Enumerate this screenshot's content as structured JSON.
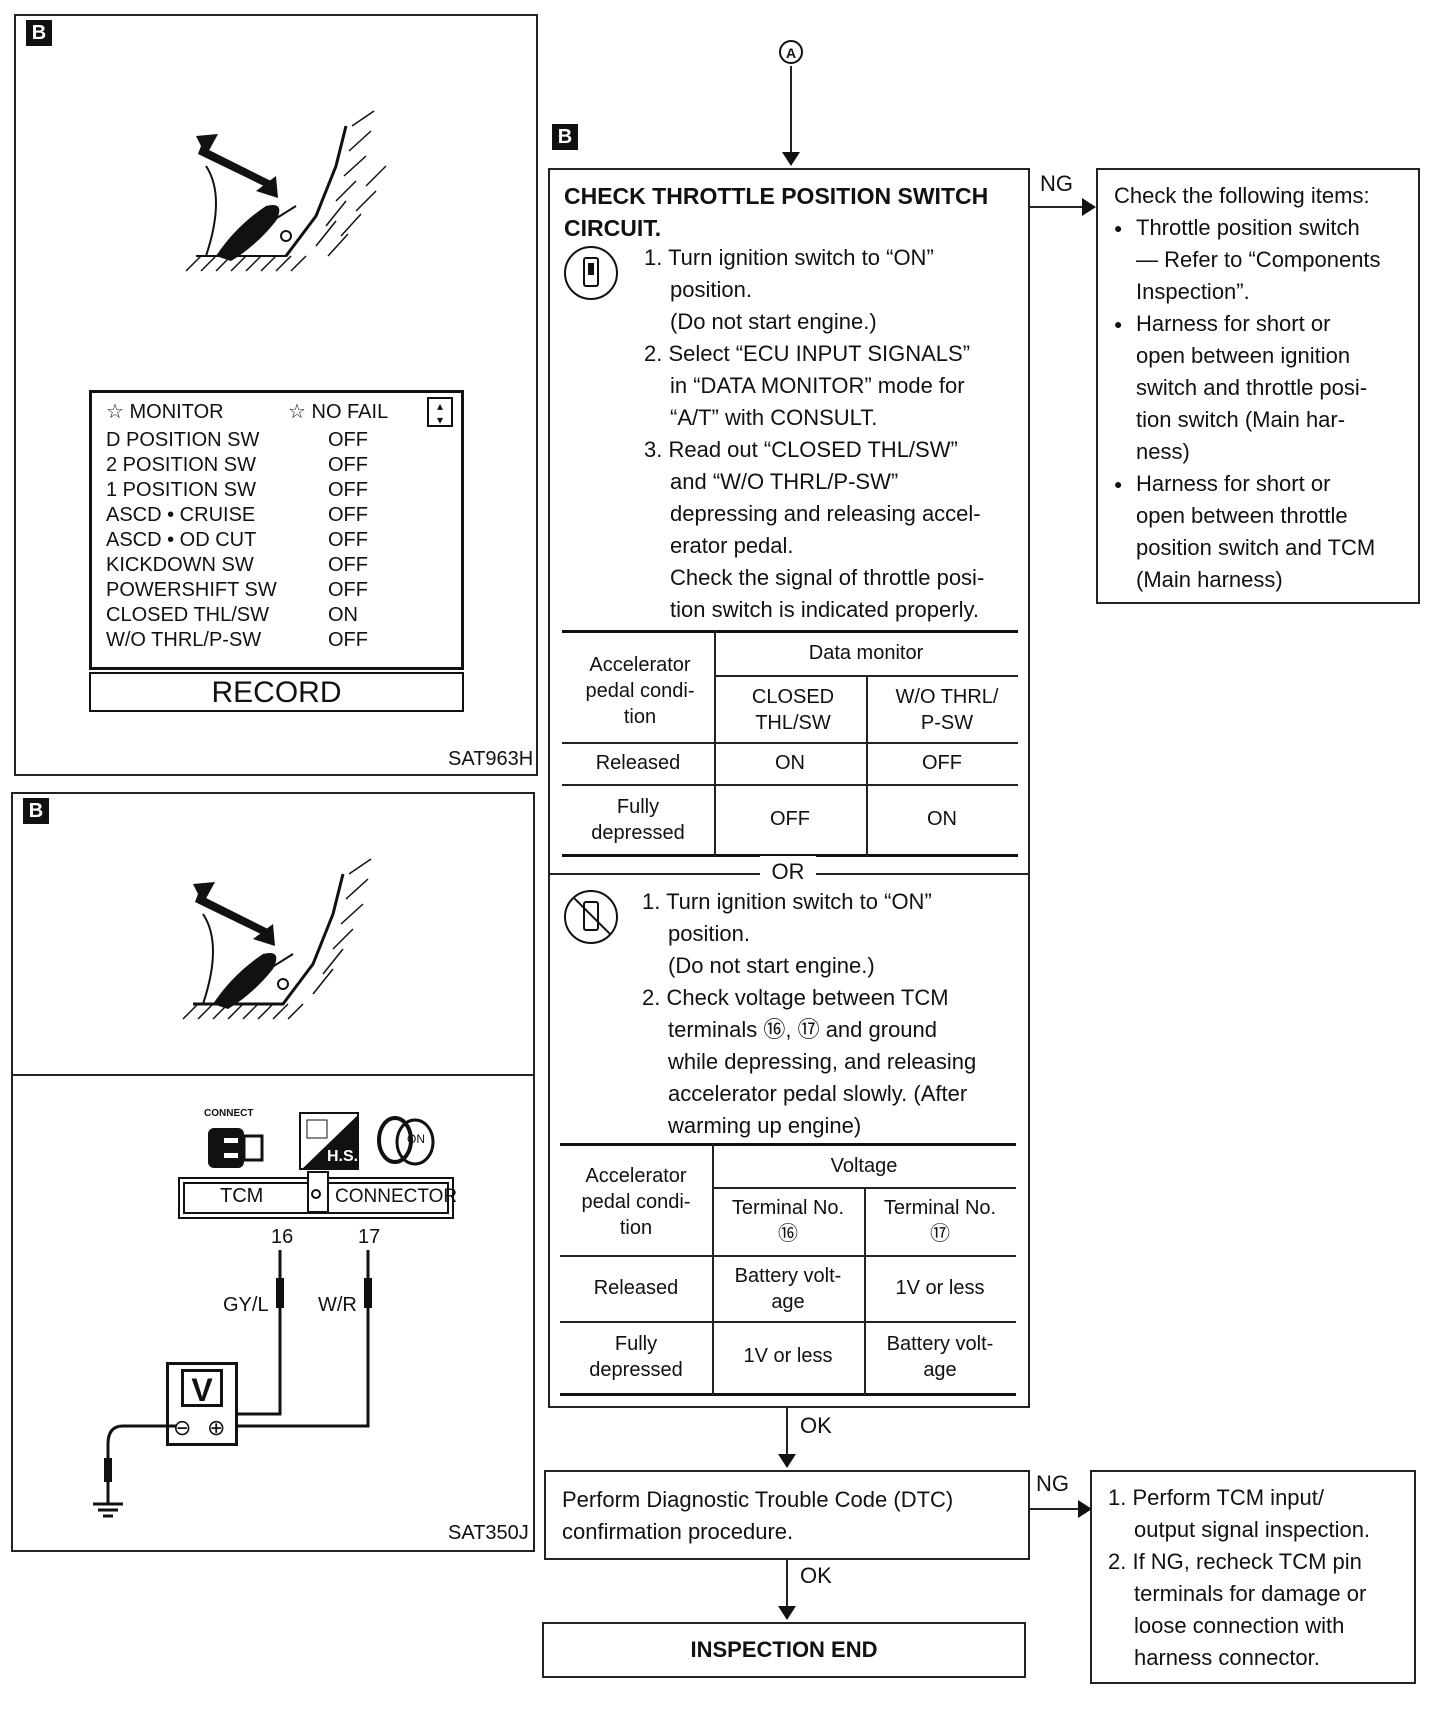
{
  "section_tag": "B",
  "circled_a": "A",
  "fig1": {
    "id": "SAT963H",
    "monitor_header_left": "MONITOR",
    "monitor_header_right": "NO FAIL",
    "rows": [
      {
        "name": "D POSITION SW",
        "val": "OFF"
      },
      {
        "name": "2 POSITION SW",
        "val": "OFF"
      },
      {
        "name": "1 POSITION SW",
        "val": "OFF"
      },
      {
        "name": "ASCD • CRUISE",
        "val": "OFF"
      },
      {
        "name": "ASCD • OD CUT",
        "val": "OFF"
      },
      {
        "name": "KICKDOWN SW",
        "val": "OFF"
      },
      {
        "name": "POWERSHIFT SW",
        "val": "OFF"
      },
      {
        "name": "CLOSED THL/SW",
        "val": "ON"
      },
      {
        "name": "W/O THRL/P-SW",
        "val": "OFF"
      }
    ],
    "record": "RECORD"
  },
  "fig2": {
    "id": "SAT350J",
    "connect_label": "CONNECT",
    "hs_label": "H.S.",
    "on_label": "ON",
    "tcm": "TCM",
    "connector": "CONNECTOR",
    "pin1": "16",
    "pin2": "17",
    "wire1": "GY/L",
    "wire2": "W/R",
    "meter": "V",
    "minus": "⊖",
    "plus": "⊕"
  },
  "main": {
    "title": "CHECK THROTTLE POSITION SWITCH CIRCUIT.",
    "s1_lines": [
      "1. Turn ignition switch to “ON”",
      "position.",
      "(Do not start engine.)"
    ],
    "s2_lines": [
      "2. Select “ECU INPUT SIGNALS”",
      "in “DATA MONITOR” mode for",
      "“A/T” with CONSULT."
    ],
    "s3_lines": [
      "3. Read out “CLOSED THL/SW”",
      "and “W/O THRL/P-SW”",
      "depressing and releasing accel-",
      "erator pedal.",
      "Check the signal of throttle posi-",
      "tion switch is indicated properly."
    ],
    "table1": {
      "col0": "Accelerator pedal condi- tion",
      "group": "Data monitor",
      "h1": "CLOSED THL/SW",
      "h2": "W/O THRL/ P-SW",
      "r1": [
        "Released",
        "ON",
        "OFF"
      ],
      "r2": [
        "Fully depressed",
        "OFF",
        "ON"
      ]
    },
    "or": "OR",
    "b1_lines": [
      "1. Turn ignition switch to “ON”",
      "position.",
      "(Do not start engine.)"
    ],
    "b2_lines": [
      "2. Check voltage between TCM",
      "terminals ⑯, ⑰ and ground",
      "while depressing, and releasing",
      "accelerator pedal slowly. (After",
      "warming up engine)"
    ],
    "table2": {
      "col0": "Accelerator pedal condi- tion",
      "group": "Voltage",
      "h1": "Terminal No.",
      "h1b": "⑯",
      "h2": "Terminal No.",
      "h2b": "⑰",
      "r1": [
        "Released",
        "Battery volt- age",
        "1V or less"
      ],
      "r2": [
        "Fully depressed",
        "1V or less",
        "Battery volt- age"
      ]
    }
  },
  "ng1": "NG",
  "ng_box": {
    "title": "Check the following items:",
    "b1_lines": [
      "Throttle position switch",
      "— Refer to “Components",
      "Inspection”."
    ],
    "b2_lines": [
      "Harness for short or",
      "open between ignition",
      "switch and throttle posi-",
      "tion switch (Main har-",
      "ness)"
    ],
    "b3_lines": [
      "Harness for short or",
      "open between throttle",
      "position switch and TCM",
      "(Main harness)"
    ]
  },
  "ok1": "OK",
  "dtc": [
    "Perform Diagnostic Trouble Code (DTC)",
    "confirmation procedure."
  ],
  "ng2": "NG",
  "ng2_box": {
    "l1": [
      "1. Perform TCM input/",
      "output signal inspection."
    ],
    "l2": [
      "2. If NG, recheck TCM pin",
      "terminals for damage or",
      "loose connection with",
      "harness connector."
    ]
  },
  "ok2": "OK",
  "end": "INSPECTION END"
}
